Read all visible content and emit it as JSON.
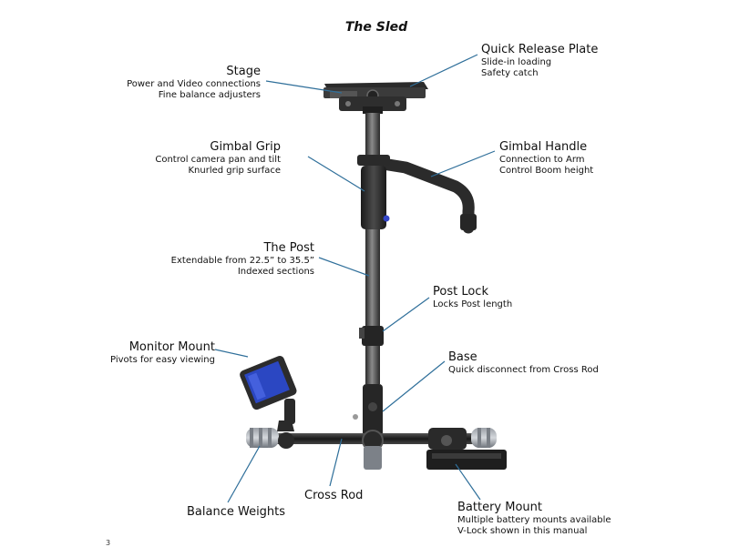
{
  "title": "The Sled",
  "page_number": "3",
  "colors": {
    "leader": "#2f6f9a",
    "metal": "#3a3a3a",
    "dark": "#1e1e1e",
    "screen": "#2b47c2"
  },
  "callouts": {
    "quick_release_plate": {
      "heading": "Quick Release Plate",
      "lines": [
        "Slide-in loading",
        "Safety catch"
      ]
    },
    "stage": {
      "heading": "Stage",
      "lines": [
        "Power and Video connections",
        "Fine balance adjusters"
      ]
    },
    "gimbal_grip": {
      "heading": "Gimbal Grip",
      "lines": [
        "Control camera pan and tilt",
        "Knurled grip surface"
      ]
    },
    "gimbal_handle": {
      "heading": "Gimbal Handle",
      "lines": [
        "Connection to Arm",
        "Control Boom height"
      ]
    },
    "the_post": {
      "heading": "The Post",
      "lines": [
        "Extendable from 22.5” to 35.5”",
        "Indexed sections"
      ]
    },
    "post_lock": {
      "heading": "Post Lock",
      "lines": [
        "Locks Post length"
      ]
    },
    "monitor_mount": {
      "heading": "Monitor Mount",
      "lines": [
        "Pivots for easy viewing"
      ]
    },
    "base": {
      "heading": "Base",
      "lines": [
        "Quick disconnect from Cross Rod"
      ]
    },
    "cross_rod": {
      "heading": "Cross Rod",
      "lines": []
    },
    "balance_weights": {
      "heading": "Balance Weights",
      "lines": []
    },
    "battery_mount": {
      "heading": "Battery Mount",
      "lines": [
        "Multiple battery mounts available",
        "V-Lock shown in this manual"
      ]
    }
  }
}
